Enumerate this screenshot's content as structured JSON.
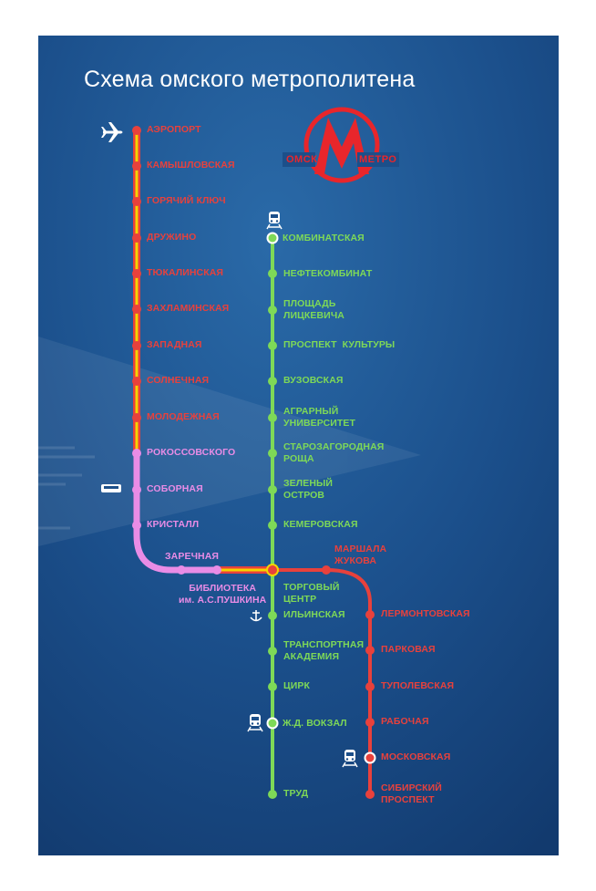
{
  "title": "Схема омского метрополитена",
  "logo": {
    "letter": "M",
    "left_text": "ОМСК",
    "right_text": "МЕТРО",
    "color": "#e8262b"
  },
  "colors": {
    "background": "#1c4f8a",
    "yellow_line": "#f4d400",
    "red": "#e8413c",
    "green": "#7ed957",
    "pink": "#e98ce6"
  },
  "stations": [
    {
      "id": "aeroport",
      "name": "АЭРОПОРТ",
      "line": "yellow",
      "icon": "airplane-icon"
    },
    {
      "id": "kamyshlovskaya",
      "name": "КАМЫШЛОВСКАЯ",
      "line": "yellow"
    },
    {
      "id": "goryachiy-klyuch",
      "name": "ГОРЯЧИЙ КЛЮЧ",
      "line": "yellow"
    },
    {
      "id": "druzhino",
      "name": "ДРУЖИНО",
      "line": "yellow"
    },
    {
      "id": "tyukalinskaya",
      "name": "ТЮКАЛИНСКАЯ",
      "line": "yellow"
    },
    {
      "id": "zakhlaminskaya",
      "name": "ЗАХЛАМИНСКАЯ",
      "line": "yellow"
    },
    {
      "id": "zapadnaya",
      "name": "ЗАПАДНАЯ",
      "line": "yellow"
    },
    {
      "id": "solnechnaya",
      "name": "СОЛНЕЧНАЯ",
      "line": "yellow"
    },
    {
      "id": "molodezhnaya",
      "name": "МОЛОДЕЖНАЯ",
      "line": "yellow"
    },
    {
      "id": "rokossovskogo",
      "name": "РОКОССОВСКОГО",
      "line": "pink"
    },
    {
      "id": "sobornaya",
      "name": "СОБОРНАЯ",
      "line": "pink",
      "icon": "tram-icon"
    },
    {
      "id": "kristall",
      "name": "КРИСТАЛЛ",
      "line": "pink"
    },
    {
      "id": "zarechnaya",
      "name": "ЗАРЕЧНАЯ",
      "line": "pink"
    },
    {
      "id": "biblioteka",
      "name": "БИБЛИОТЕКА\nим. А.С.ПУШКИНА",
      "line": "pink"
    },
    {
      "id": "kombinatskaya",
      "name": "КОМБИНАТСКАЯ",
      "line": "green",
      "icon": "train-icon"
    },
    {
      "id": "neftekombinat",
      "name": "НЕФТЕКОМБИНАТ",
      "line": "green"
    },
    {
      "id": "ploshchad-litskevicha",
      "name": "ПЛОЩАДЬ\nЛИЦКЕВИЧА",
      "line": "green"
    },
    {
      "id": "prospekt-kultury",
      "name": "ПРОСПЕКТ  КУЛЬТУРЫ",
      "line": "green"
    },
    {
      "id": "vuzovskaya",
      "name": "ВУЗОВСКАЯ",
      "line": "green"
    },
    {
      "id": "agrarnyy-universitet",
      "name": "АГРАРНЫЙ\nУНИВЕРСИТЕТ",
      "line": "green"
    },
    {
      "id": "starozagorodnaya-roshcha",
      "name": "СТАРОЗАГОРОДНАЯ\nРОЩА",
      "line": "green"
    },
    {
      "id": "zelenyy-ostrov",
      "name": "ЗЕЛЕНЫЙ\nОСТРОВ",
      "line": "green"
    },
    {
      "id": "kemerovskaya",
      "name": "КЕМЕРОВСКАЯ",
      "line": "green"
    },
    {
      "id": "torgovyy-tsentr",
      "name": "ТОРГОВЫЙ\nЦЕНТР",
      "line": "green"
    },
    {
      "id": "ilinskaya",
      "name": "ИЛЬИНСКАЯ",
      "line": "green",
      "icon": "anchor-icon"
    },
    {
      "id": "transportnaya-akademiya",
      "name": "ТРАНСПОРТНАЯ\nАКАДЕМИЯ",
      "line": "green"
    },
    {
      "id": "tsirk",
      "name": "ЦИРК",
      "line": "green"
    },
    {
      "id": "zhd-vokzal",
      "name": "Ж.Д. ВОКЗАЛ",
      "line": "green",
      "icon": "train-icon"
    },
    {
      "id": "trud",
      "name": "ТРУД",
      "line": "green"
    },
    {
      "id": "marshala-zhukova",
      "name": "МАРШАЛА\nЖУКОВА",
      "line": "red"
    },
    {
      "id": "lermontovskaya",
      "name": "ЛЕРМОНТОВСКАЯ",
      "line": "red"
    },
    {
      "id": "parkovaya",
      "name": "ПАРКОВАЯ",
      "line": "red"
    },
    {
      "id": "tupolevskaya",
      "name": "ТУПОЛЕВСКАЯ",
      "line": "red"
    },
    {
      "id": "rabochaya",
      "name": "РАБОЧАЯ",
      "line": "red"
    },
    {
      "id": "moskovskaya",
      "name": "МОСКОВСКАЯ",
      "line": "red",
      "icon": "train-icon"
    },
    {
      "id": "sibirskiy-prospekt",
      "name": "СИБИРСКИЙ\nПРОСПЕКТ",
      "line": "red"
    }
  ]
}
